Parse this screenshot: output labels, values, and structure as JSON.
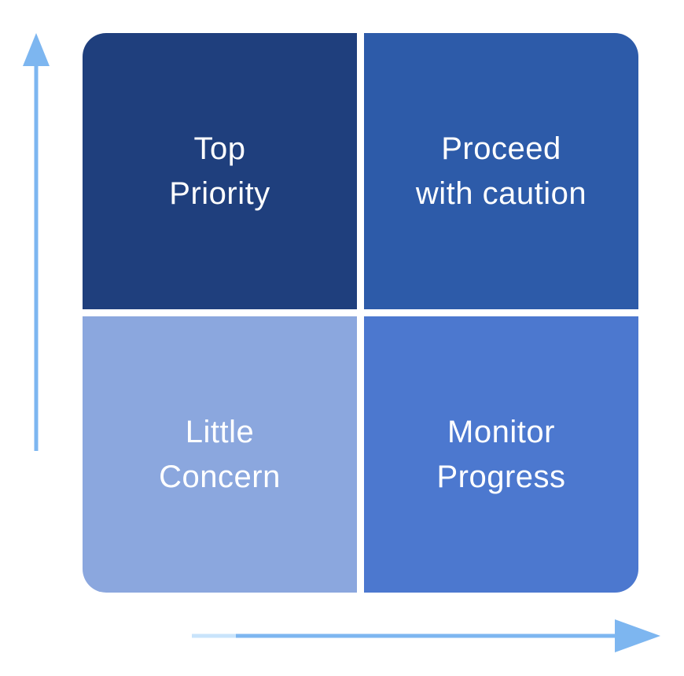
{
  "diagram": {
    "type": "quadrant-matrix",
    "text_color": "#ffffff",
    "quadrants": [
      {
        "name": "top-left",
        "label": "Top Priority",
        "lines": [
          "Top",
          "Priority"
        ],
        "color": "#1f3f7d"
      },
      {
        "name": "top-right",
        "label": "Proceed with caution",
        "lines": [
          "Proceed",
          "with caution"
        ],
        "color": "#2d5ba9"
      },
      {
        "name": "bottom-left",
        "label": "Little Concern",
        "lines": [
          "Little",
          "Concern"
        ],
        "color": "#8ba7de"
      },
      {
        "name": "bottom-right",
        "label": "Monitor Progress",
        "lines": [
          "Monitor",
          "Progress"
        ],
        "color": "#4c78cf"
      }
    ],
    "axes": {
      "vertical_arrow_direction": "up",
      "horizontal_arrow_direction": "right",
      "arrow_color": "#7db6f0",
      "arrow_tail_color": "#c9e4fb"
    }
  }
}
